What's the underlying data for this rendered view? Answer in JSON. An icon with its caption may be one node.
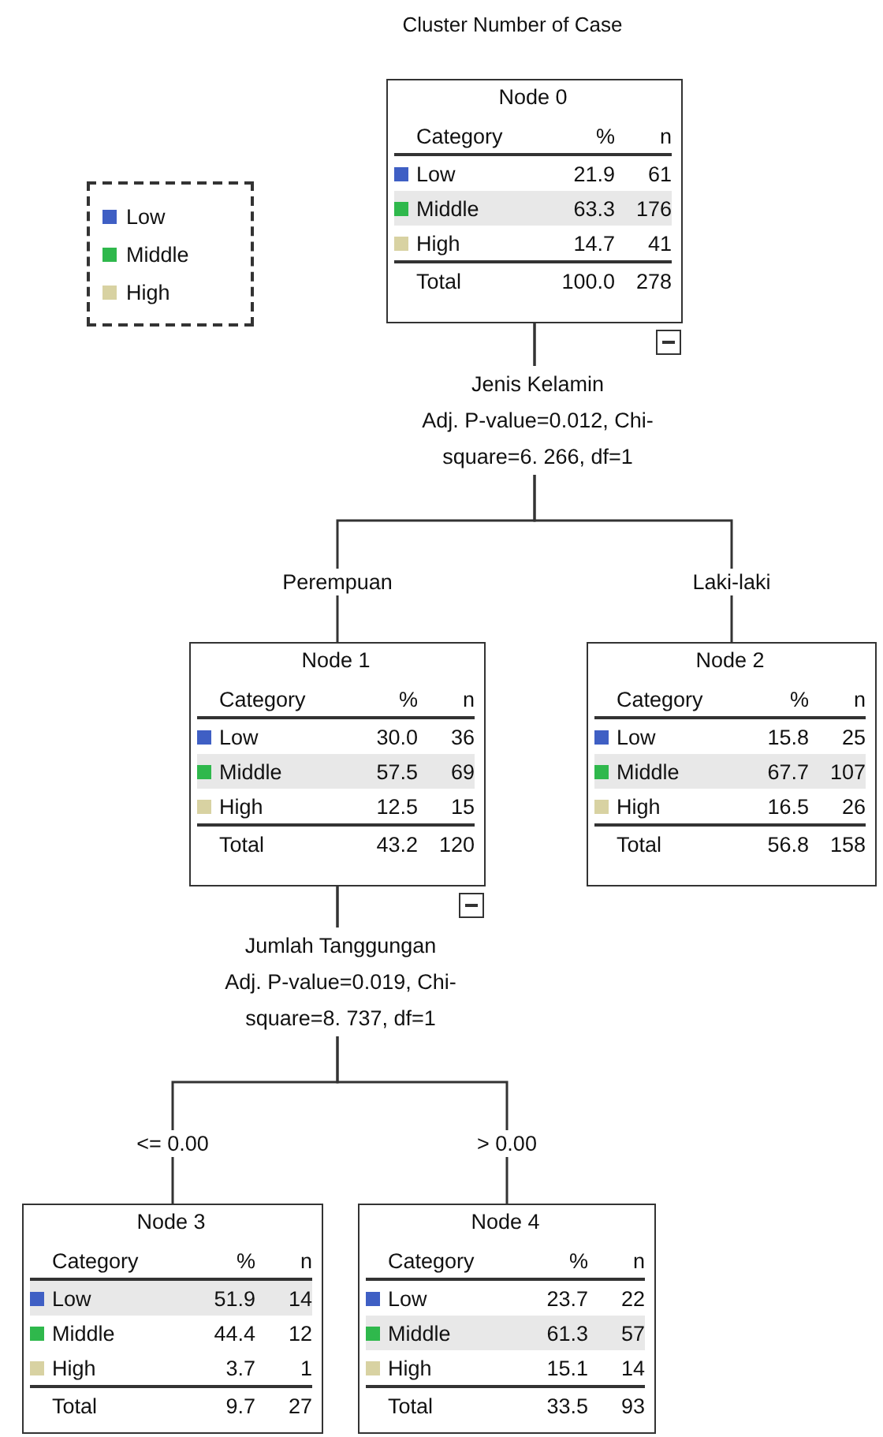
{
  "diagram": {
    "title": "Cluster Number of Case",
    "nodes": [
      {
        "text": [
          "Node 0",
          "Category",
          "%",
          "n",
          "Low",
          "21.9",
          "61",
          "Middle",
          "63.3",
          "176",
          "High",
          "14.7",
          "41",
          "Total",
          "100.0",
          "278"
        ],
        "beside": [
          "Jenis Kelamin",
          "Adj. P-value=0.012, Chi-square=6. 266, df=1"
        ]
      },
      {
        "text": [
          "Node 1",
          "Category",
          "%",
          "n",
          "Low",
          "30.0",
          "36",
          "Middle",
          "57.5",
          "69",
          "High",
          "12.5",
          "15",
          "Total",
          "43.2",
          "120"
        ],
        "beside": [
          "Jumlah Tanggungan",
          "Adj. P-value=0.019, Chi-square=8. 737, df=1"
        ]
      },
      {
        "text": [
          "Node 2",
          "Category",
          "%",
          "n",
          "Low",
          "15.8",
          "25",
          "Middle",
          "67.7",
          "107",
          "High",
          "16.5",
          "26",
          "Total",
          "56.8",
          "158"
        ]
      },
      {
        "text": [
          "Node 3",
          "Category",
          "%",
          "n",
          "Low",
          "51.9",
          "14",
          "Middle",
          "44.4",
          "12",
          "High",
          "3.7",
          "1",
          "Total",
          "9.7",
          "27"
        ]
      },
      {
        "text": [
          "Node 4",
          "Category",
          "%",
          "n",
          "Low",
          "23.7",
          "22",
          "Middle",
          "61.3",
          "57",
          "High",
          "15.1",
          "14",
          "Total",
          "33.5",
          "93"
        ]
      }
    ],
    "edges": [
      {
        "from": 0,
        "to": 1,
        "arrow": "none",
        "label": "Perempuan"
      },
      {
        "from": 0,
        "to": 2,
        "arrow": "none",
        "label": "Laki-laki"
      },
      {
        "from": 1,
        "to": 3,
        "arrow": "none",
        "label": "<= 0.00"
      },
      {
        "from": 1,
        "to": 4,
        "arrow": "none",
        "label": "> 0.00"
      }
    ],
    "legend": [
      {
        "text": "Low",
        "color": "#3f5fc4"
      },
      {
        "text": "Middle",
        "color": "#2fb84c"
      },
      {
        "text": "High",
        "color": "#d8d2a2"
      }
    ]
  }
}
